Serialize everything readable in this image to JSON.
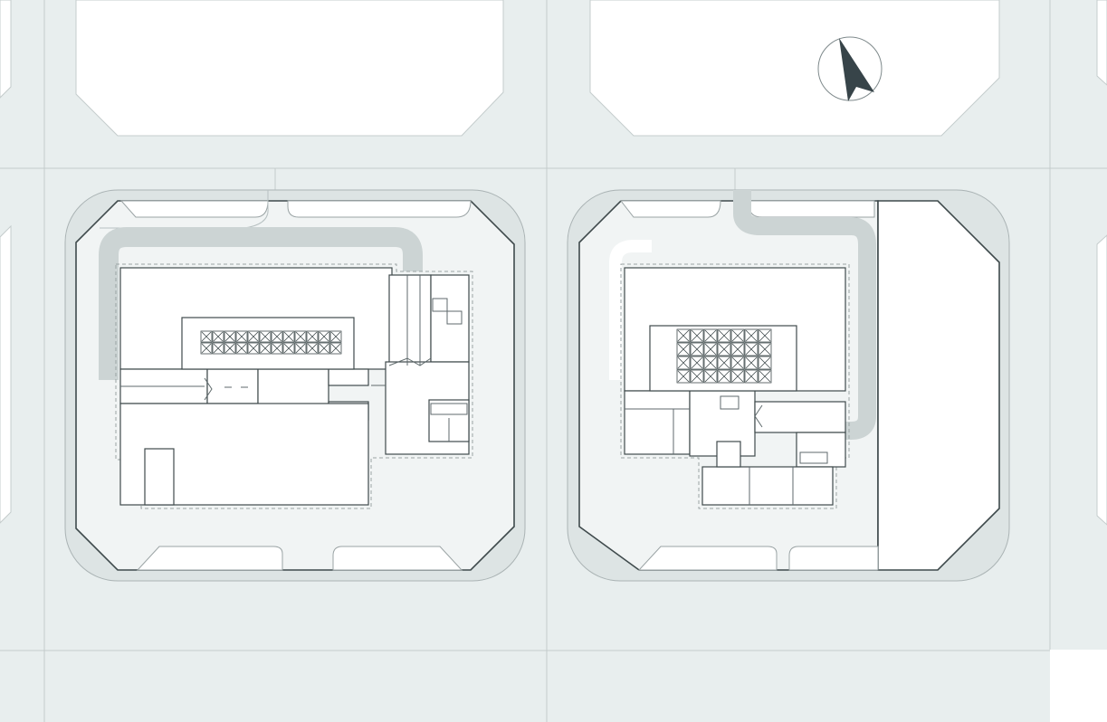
{
  "drawing": {
    "type": "site-plan",
    "colors": {
      "ground": "#e8eeee",
      "plaza": "#f1f4f4",
      "block": "#ffffff",
      "line": "#3f4a4c",
      "thin": "#5f6a6c",
      "grid": "#c4cccc",
      "dash": "#9aa3a4",
      "ramp": "#dde4e4",
      "core": "#c9d0d0",
      "north": "#374449"
    }
  },
  "compass": {
    "icon": "north-arrow-icon"
  },
  "sites": [
    {
      "name": "site-west",
      "building": "tower-west-plan",
      "core_elevators": 24
    },
    {
      "name": "site-east",
      "building": "tower-east-plan",
      "core_elevators": 28
    }
  ]
}
